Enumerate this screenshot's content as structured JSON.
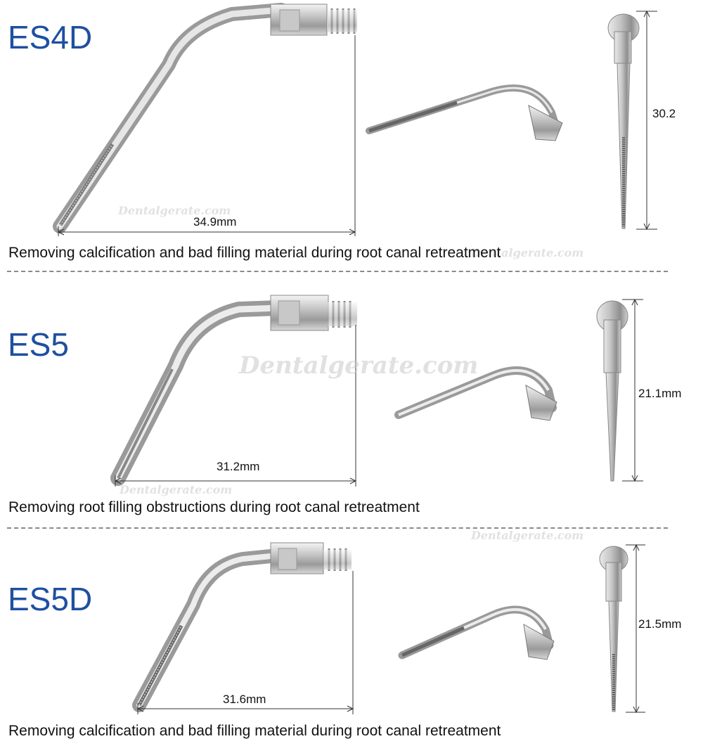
{
  "watermark": "Dentalgerate.com",
  "sections": [
    {
      "model": "ES4D",
      "length": "34.9mm",
      "height": "30.2",
      "caption": "Removing calcification and bad filling material during root canal  retreatment"
    },
    {
      "model": "ES5",
      "length": "31.2mm",
      "height": "21.1mm",
      "caption": "Removing root filling obstructions during root canal retreatment"
    },
    {
      "model": "ES5D",
      "length": "31.6mm",
      "height": "21.5mm",
      "caption": "Removing calcification and bad filling material during root canal  retreatment"
    }
  ]
}
